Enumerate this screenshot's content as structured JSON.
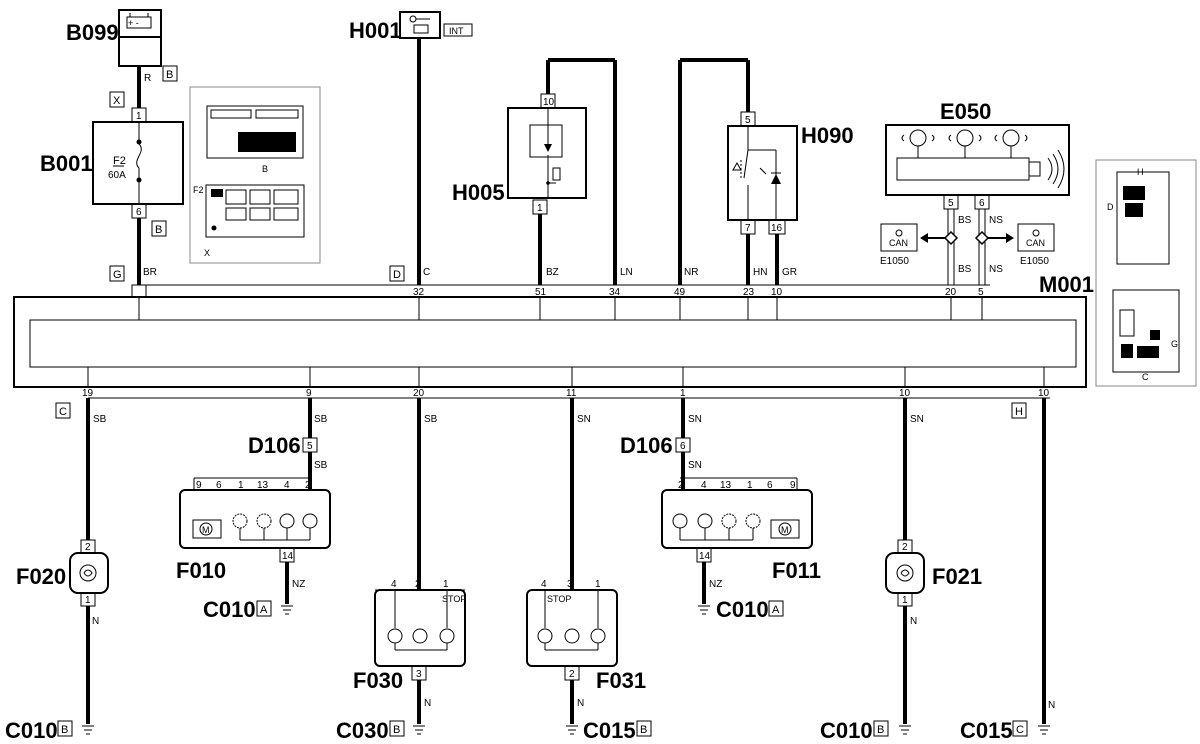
{
  "components": {
    "B099": "B099",
    "H001": "H001",
    "H001_tag": "INT",
    "B001": "B001",
    "H005": "H005",
    "H090": "H090",
    "E050": "E050",
    "E1050": "E1050",
    "M001": "M001",
    "D106": "D106",
    "F020": "F020",
    "F010": "F010",
    "F030": "F030",
    "F031": "F031",
    "F011": "F011",
    "F021": "F021",
    "C010": "C010",
    "C030": "C030",
    "C015": "C015"
  },
  "fuse": {
    "name": "F2",
    "rating": "60A"
  },
  "connector_letters": {
    "b099_R": "B",
    "b001_X": "X",
    "b001_below": "B",
    "m001_G": "G",
    "m001_D": "D",
    "m001_C": "C",
    "m001_H": "H",
    "c010_left": "B",
    "c010_f010": "A",
    "c030": "B",
    "c015_mid": "B",
    "c010_f011": "A",
    "c010_right": "B",
    "c015_right": "C"
  },
  "inset_labels": {
    "b": "B",
    "f2": "F2",
    "x": "X",
    "h": "H",
    "d": "D",
    "g": "G",
    "c": "C"
  },
  "can_label": "CAN",
  "wires": {
    "R": "R",
    "BR": "BR",
    "C": "C",
    "BZ": "BZ",
    "LN": "LN",
    "NR": "NR",
    "HN": "HN",
    "GR": "GR",
    "BS": "BS",
    "NS": "NS",
    "SB": "SB",
    "SN": "SN",
    "NZ": "NZ",
    "N": "N"
  },
  "pins": {
    "b099": "1",
    "b001_out": "6",
    "h005_top": "10",
    "h005_bot": "1",
    "h090_top": "5",
    "h090_b1": "7",
    "h090_b2": "16",
    "e050_a": "5",
    "e050_b": "6",
    "m001_top": [
      "32",
      "51",
      "34",
      "49",
      "23",
      "10",
      "20",
      "5"
    ],
    "m001_bot": [
      "19",
      "9",
      "20",
      "11",
      "1",
      "10",
      "10"
    ],
    "d106_left": "5",
    "d106_right": "6",
    "f010_top": [
      "9",
      "6",
      "1",
      "13",
      "4",
      "2"
    ],
    "f010_bot": "14",
    "f011_top": [
      "2",
      "4",
      "13",
      "1",
      "6",
      "9"
    ],
    "f011_bot": "14",
    "f030_top": [
      "4",
      "2",
      "1"
    ],
    "f030_bot": "3",
    "f031_top": [
      "4",
      "3",
      "1"
    ],
    "f031_bot": "2",
    "f020_top": "2",
    "f020_bot": "1",
    "f021_top": "2",
    "f021_bot": "1"
  },
  "stop_label": "STOP"
}
